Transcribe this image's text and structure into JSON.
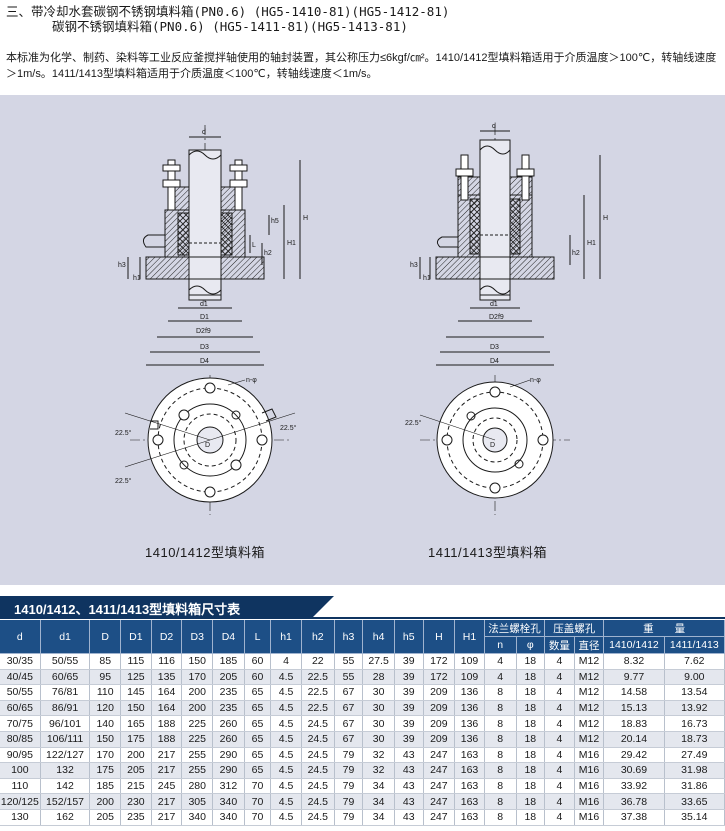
{
  "heading": {
    "line1": "三、带冷却水套碳钢不锈钢填料箱(PN0.6) (HG5-1410-81)(HG5-1412-81)",
    "line2": "碳钢不锈钢填料箱(PN0.6) (HG5-1411-81)(HG5-1413-81)"
  },
  "intro": "本标准为化学、制药、染料等工业反应釜搅拌轴使用的轴封装置，其公称压力≤6kgf/㎝²。1410/1412型填料箱适用于介质温度＞100℃，转轴线速度＞1m/s。1411/1413型填料箱适用于介质温度＜100℃，转轴线速度＜1m/s。",
  "figure": {
    "caption_left": "1410/1412型填料箱",
    "caption_right": "1411/1413型填料箱",
    "labels": {
      "d": "d",
      "d1": "d1",
      "D": "D",
      "D1": "D1",
      "D2f9": "D2f9",
      "D3": "D3",
      "D4": "D4",
      "L": "L",
      "h1": "h1",
      "h2": "h2",
      "h3": "h3",
      "h5": "h5",
      "H": "H",
      "H1": "H1",
      "n_phi": "n-φ",
      "angle": "22.5°"
    }
  },
  "table_title": "1410/1412、1411/1413型填料箱尺寸表",
  "table": {
    "headers_main": [
      "d",
      "d1",
      "D",
      "D1",
      "D2",
      "D3",
      "D4",
      "L",
      "h1",
      "h2",
      "h3",
      "h4",
      "h5",
      "H",
      "H1"
    ],
    "group_flange_bolt": "法兰螺栓孔",
    "group_gland_bolt": "压盖螺孔",
    "group_weight": "重　　量",
    "sub": [
      "n",
      "φ",
      "数量",
      "直径",
      "1410/1412",
      "1411/1413"
    ],
    "rows": [
      [
        "30/35",
        "50/55",
        "85",
        "115",
        "116",
        "150",
        "185",
        "60",
        "4",
        "22",
        "55",
        "27.5",
        "39",
        "172",
        "109",
        "4",
        "18",
        "4",
        "M12",
        "8.32",
        "7.62"
      ],
      [
        "40/45",
        "60/65",
        "95",
        "125",
        "135",
        "170",
        "205",
        "60",
        "4.5",
        "22.5",
        "55",
        "28",
        "39",
        "172",
        "109",
        "4",
        "18",
        "4",
        "M12",
        "9.77",
        "9.00"
      ],
      [
        "50/55",
        "76/81",
        "110",
        "145",
        "164",
        "200",
        "235",
        "65",
        "4.5",
        "22.5",
        "67",
        "30",
        "39",
        "209",
        "136",
        "8",
        "18",
        "4",
        "M12",
        "14.58",
        "13.54"
      ],
      [
        "60/65",
        "86/91",
        "120",
        "150",
        "164",
        "200",
        "235",
        "65",
        "4.5",
        "22.5",
        "67",
        "30",
        "39",
        "209",
        "136",
        "8",
        "18",
        "4",
        "M12",
        "15.13",
        "13.92"
      ],
      [
        "70/75",
        "96/101",
        "140",
        "165",
        "188",
        "225",
        "260",
        "65",
        "4.5",
        "24.5",
        "67",
        "30",
        "39",
        "209",
        "136",
        "8",
        "18",
        "4",
        "M12",
        "18.83",
        "16.73"
      ],
      [
        "80/85",
        "106/111",
        "150",
        "175",
        "188",
        "225",
        "260",
        "65",
        "4.5",
        "24.5",
        "67",
        "30",
        "39",
        "209",
        "136",
        "8",
        "18",
        "4",
        "M12",
        "20.14",
        "18.73"
      ],
      [
        "90/95",
        "122/127",
        "170",
        "200",
        "217",
        "255",
        "290",
        "65",
        "4.5",
        "24.5",
        "79",
        "32",
        "43",
        "247",
        "163",
        "8",
        "18",
        "4",
        "M16",
        "29.42",
        "27.49"
      ],
      [
        "100",
        "132",
        "175",
        "205",
        "217",
        "255",
        "290",
        "65",
        "4.5",
        "24.5",
        "79",
        "32",
        "43",
        "247",
        "163",
        "8",
        "18",
        "4",
        "M16",
        "30.69",
        "31.98"
      ],
      [
        "110",
        "142",
        "185",
        "215",
        "245",
        "280",
        "312",
        "70",
        "4.5",
        "24.5",
        "79",
        "34",
        "43",
        "247",
        "163",
        "8",
        "18",
        "4",
        "M16",
        "33.92",
        "31.86"
      ],
      [
        "120/125",
        "152/157",
        "200",
        "230",
        "217",
        "305",
        "340",
        "70",
        "4.5",
        "24.5",
        "79",
        "34",
        "43",
        "247",
        "163",
        "8",
        "18",
        "4",
        "M16",
        "36.78",
        "33.65"
      ],
      [
        "130",
        "162",
        "205",
        "235",
        "217",
        "340",
        "340",
        "70",
        "4.5",
        "24.5",
        "79",
        "34",
        "43",
        "247",
        "163",
        "8",
        "18",
        "4",
        "M16",
        "37.38",
        "35.14"
      ]
    ]
  },
  "colors": {
    "figure_bg": "#d4d6e4",
    "title_band": "#0f3460",
    "header_bg": "#1d4f86",
    "stripe": "#e4e7ee"
  }
}
